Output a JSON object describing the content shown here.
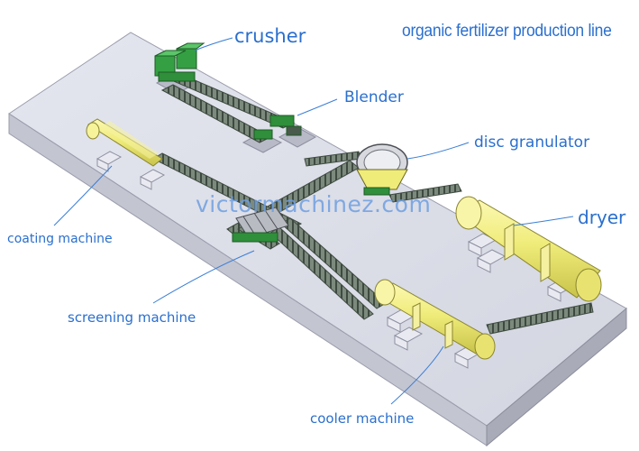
{
  "title": "organic fertilizer production line",
  "watermark": "victormachinez.com",
  "labels": {
    "crusher": "crusher",
    "blender": "Blender",
    "disc_granulator": "disc granulator",
    "dryer": "dryer",
    "coating_machine": "coating machine",
    "screening_machine": "screening machine",
    "cooler_machine": "cooler machine"
  },
  "colors": {
    "label_text": "#2a6fce",
    "platform_top": "#d9dbe6",
    "platform_front": "#c3c5d1",
    "platform_side": "#a9abb8",
    "drum_yellow": "#f0ec7a",
    "machine_green": "#2f8f3a",
    "conveyor_gray": "#5d6b5f"
  }
}
